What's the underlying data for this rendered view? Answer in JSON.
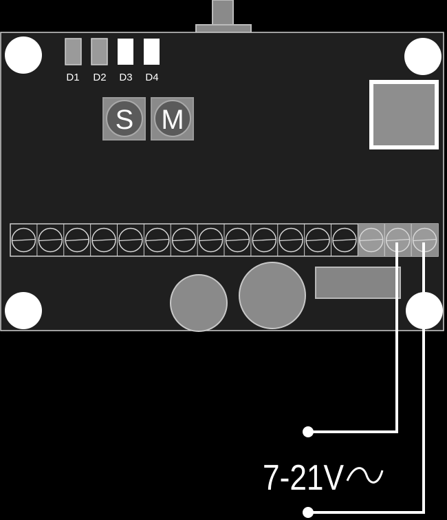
{
  "leds": [
    {
      "label": "D1",
      "state": "off"
    },
    {
      "label": "D2",
      "state": "off"
    },
    {
      "label": "D3",
      "state": "on"
    },
    {
      "label": "D4",
      "state": "on"
    }
  ],
  "buttons": [
    {
      "letter": "S"
    },
    {
      "letter": "M"
    }
  ],
  "terminal_block": {
    "count": 16,
    "highlighted": [
      13,
      14,
      15
    ],
    "powered": [
      14,
      15
    ]
  },
  "power": {
    "voltage_label": "7-21V",
    "ac_symbol": "~"
  },
  "colors": {
    "background": "#000000",
    "board": "#1f1f1f",
    "white": "#ffffff",
    "led_off": "#9a9a9a",
    "button": "#7a7a7a",
    "component_grey": "#858585"
  }
}
